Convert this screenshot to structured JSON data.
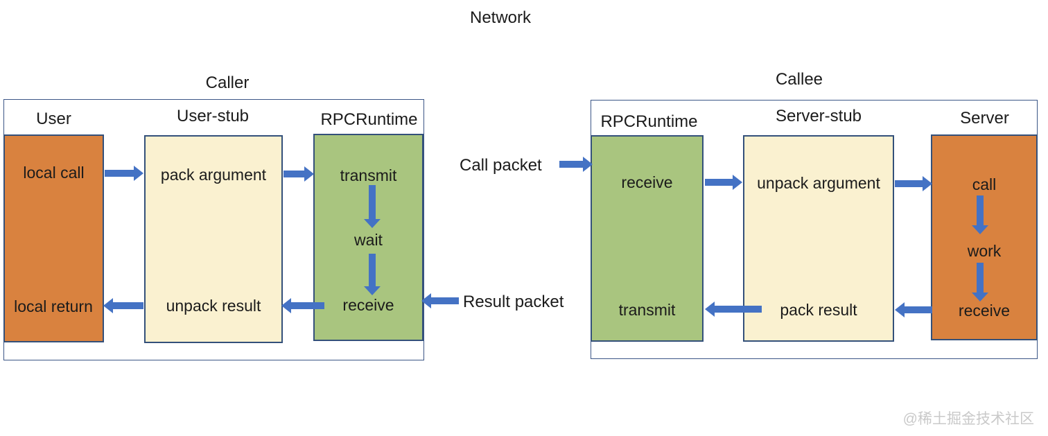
{
  "title": "Network",
  "watermark": "@稀土掘金技术社区",
  "colors": {
    "orange_fill": "#D9823F",
    "cream_fill": "#FAF1D0",
    "green_fill": "#A9C57F",
    "arrow_blue": "#4472C4",
    "box_border": "#33507A",
    "frame_border": "#3A5586",
    "watermark_gray": "#C9C9C9"
  },
  "caller": {
    "label": "Caller",
    "columns": [
      {
        "header": "User",
        "steps": [
          "local call",
          "local return"
        ]
      },
      {
        "header": "User-stub",
        "steps": [
          "pack argument",
          "unpack result"
        ]
      },
      {
        "header": "RPCRuntime",
        "steps": [
          "transmit",
          "wait",
          "receive"
        ]
      }
    ]
  },
  "callee": {
    "label": "Callee",
    "columns": [
      {
        "header": "RPCRuntime",
        "steps": [
          "receive",
          "transmit"
        ]
      },
      {
        "header": "Server-stub",
        "steps": [
          "unpack argument",
          "pack result"
        ]
      },
      {
        "header": "Server",
        "steps": [
          "call",
          "work",
          "receive"
        ]
      }
    ]
  },
  "network": {
    "call_packet": "Call packet",
    "result_packet": "Result packet"
  },
  "flows": [
    {
      "from": "local call",
      "to": "pack argument",
      "dir": "right"
    },
    {
      "from": "pack argument",
      "to": "transmit",
      "dir": "right"
    },
    {
      "from": "transmit",
      "to": "wait",
      "dir": "down"
    },
    {
      "from": "wait",
      "to": "receive",
      "dir": "down"
    },
    {
      "from": "receive (caller RPCRuntime)",
      "to": "unpack result",
      "dir": "left"
    },
    {
      "from": "unpack result",
      "to": "local return",
      "dir": "left"
    },
    {
      "from": "Call packet",
      "to": "receive (callee RPCRuntime)",
      "dir": "right"
    },
    {
      "from": "receive (callee RPCRuntime)",
      "to": "unpack argument",
      "dir": "right"
    },
    {
      "from": "unpack argument",
      "to": "call",
      "dir": "right"
    },
    {
      "from": "call",
      "to": "work",
      "dir": "down"
    },
    {
      "from": "work",
      "to": "receive (server)",
      "dir": "down"
    },
    {
      "from": "receive (server)",
      "to": "pack result",
      "dir": "left"
    },
    {
      "from": "pack result",
      "to": "transmit (callee RPCRuntime)",
      "dir": "left"
    },
    {
      "from": "receive (caller RPCRuntime)",
      "to": "Result packet",
      "dir": "left"
    }
  ]
}
